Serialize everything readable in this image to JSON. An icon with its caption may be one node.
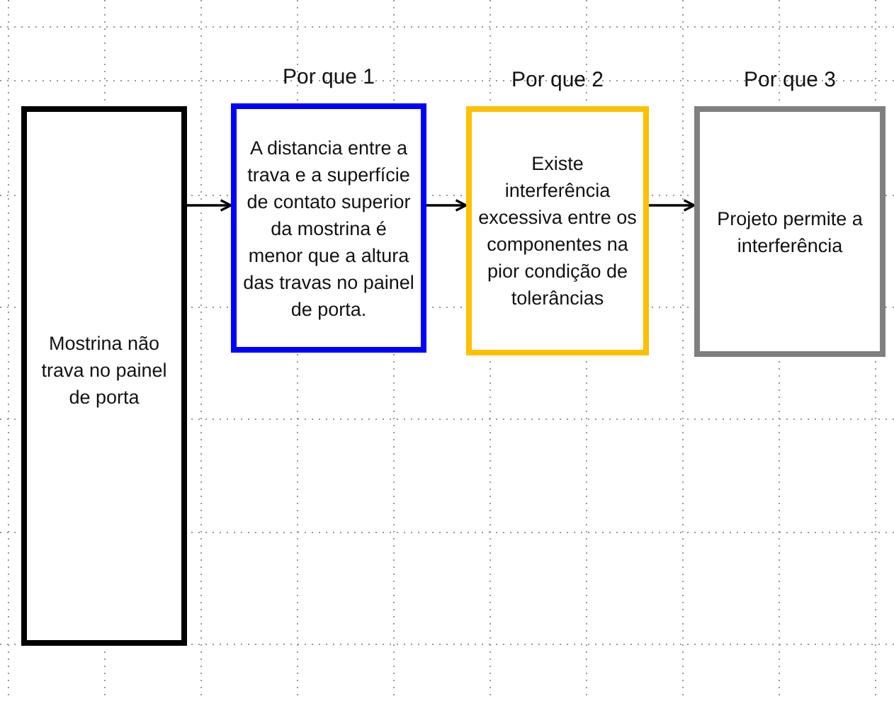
{
  "diagram": {
    "nodes": [
      {
        "text": [
          "Mostrina não trava no painel de porta"
        ]
      },
      {
        "text": [
          "Por que 1",
          "A distancia entre a trava e a superfície de contato superior da mostrina é menor que a altura das travas no painel de porta."
        ]
      },
      {
        "text": [
          "Por que 2",
          "Existe interferência excessiva entre os componentes na pior condição de tolerâncias"
        ]
      },
      {
        "text": [
          "Por que 3",
          "Projeto permite a interferência"
        ]
      }
    ],
    "edges": [
      {
        "from": 0,
        "to": 1,
        "arrow": "to"
      },
      {
        "from": 1,
        "to": 2,
        "arrow": "to"
      },
      {
        "from": 2,
        "to": 3,
        "arrow": "to"
      }
    ]
  }
}
